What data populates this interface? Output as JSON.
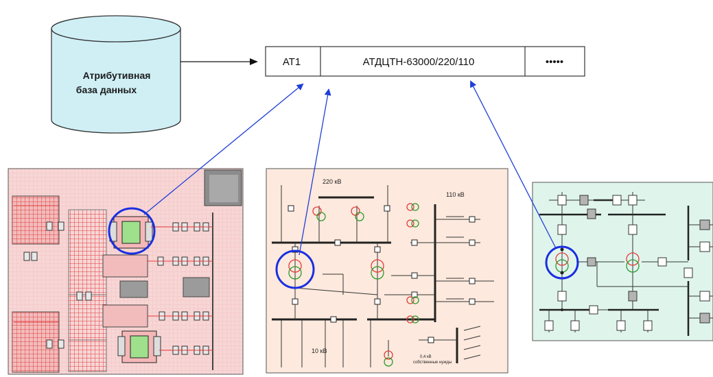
{
  "database": {
    "line1": "Атрибутивная",
    "line2": "база данных"
  },
  "record": {
    "id": "АТ1",
    "type": "АТДЦТН-63000/220/110",
    "more": "•••••"
  },
  "schematic_middle": {
    "label_220": "220 кВ",
    "label_110": "110 кВ",
    "label_10": "10 кВ",
    "label_04_line1": "0,4 кВ",
    "label_04_line2": "собственные нужды"
  },
  "colors": {
    "link_arrow": "#1f3fd6",
    "highlight": "#1a2fe0",
    "db_fill": "#cfeff5",
    "plan_bg": "#f7d6d6",
    "schematic_bg": "#fde9dd",
    "single_line_bg": "#dff5ec"
  }
}
